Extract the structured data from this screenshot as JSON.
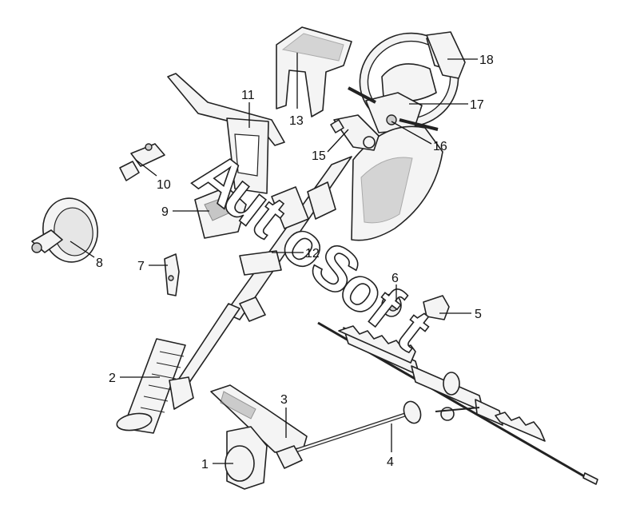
{
  "watermark": "AutoSoft",
  "callouts": [
    "1",
    "2",
    "3",
    "4",
    "5",
    "6",
    "7",
    "8",
    "9",
    "10",
    "11",
    "12",
    "13",
    "15",
    "16",
    "17",
    "18"
  ]
}
